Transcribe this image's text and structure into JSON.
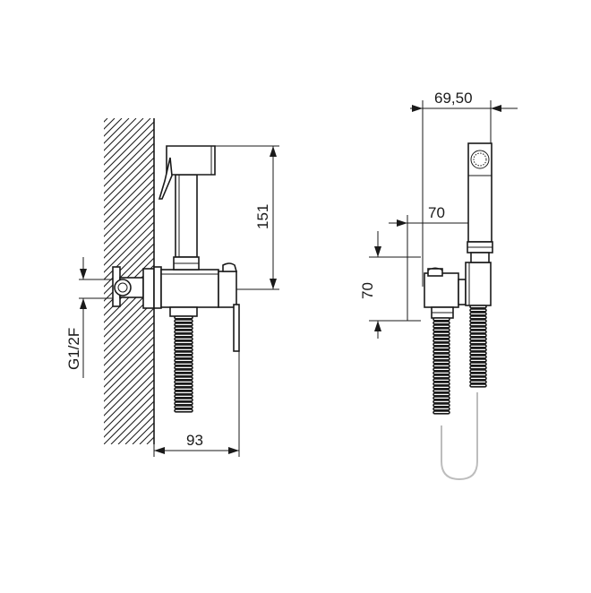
{
  "dimensions": {
    "side_width": "93",
    "side_height": "151",
    "thread": "G1/2F",
    "front_width_top": "69,50",
    "front_width_mid": "70",
    "front_height": "70"
  },
  "colors": {
    "line": "#1a1a1a",
    "hose_loop": "#bdbdbd",
    "background": "#ffffff"
  }
}
